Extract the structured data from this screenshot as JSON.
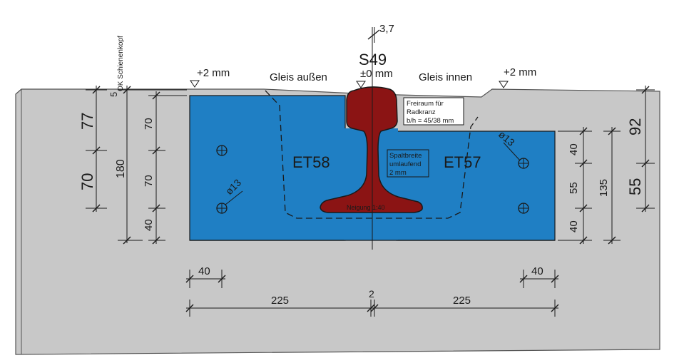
{
  "rail": {
    "profile": "S49",
    "level": "±0 mm",
    "offset": "3,7"
  },
  "levels": {
    "outer": "+2 mm",
    "inner": "+2 mm"
  },
  "labels": {
    "track_outside": "Gleis außen",
    "track_inside": "Gleis innen",
    "rail_head_top": "OK Schienenkopf",
    "block_left": "ET58",
    "block_right": "ET57",
    "gap_note": [
      "Spaltbreite",
      "umlaufend",
      "2 mm"
    ],
    "flange_note": [
      "Freiraum für",
      "Radkranz",
      "b/h = 45/38 mm"
    ],
    "inclination": "Neigung 1:40",
    "hole_left": "ø13",
    "hole_right": "ø13"
  },
  "dims": {
    "left_top": "77",
    "left_bottom": "70",
    "left_5": "5",
    "left_total": "180",
    "block_left_upper": "70",
    "block_left_mid": "70",
    "block_left_low": "40",
    "right_top": "92",
    "right_bottom": "55",
    "block_right_upper": "40",
    "block_right_mid": "55",
    "block_right_low": "40",
    "block_right_total": "135",
    "bottom_left_40": "40",
    "bottom_right_40": "40",
    "bottom_left_225": "225",
    "bottom_right_225": "225",
    "bottom_gap": "2"
  },
  "colors": {
    "concrete": "#c8c8c8",
    "block": "#1f7fc4",
    "rail": "#8b1414",
    "line": "#1a1a1a"
  }
}
